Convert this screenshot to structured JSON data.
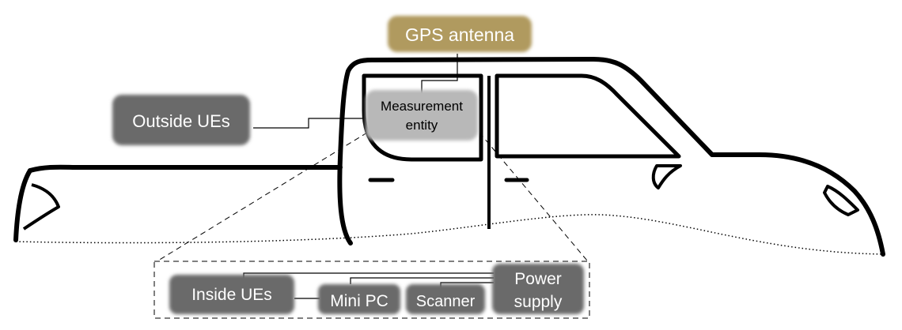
{
  "labels": {
    "gps_antenna": "GPS antenna",
    "outside_ues": "Outside UEs",
    "measurement_line1": "Measurement",
    "measurement_line2": "entity",
    "inside_ues": "Inside UEs",
    "mini_pc": "Mini PC",
    "scanner": "Scanner",
    "power_line1": "Power",
    "power_line2": "supply"
  },
  "colors": {
    "gps_box": "#b09a5e",
    "gray_box": "#6b6b6b",
    "measurement_box": "#b8b8b8",
    "stroke": "#000000",
    "label_text_light": "#ffffff",
    "label_text_dark": "#000000"
  }
}
